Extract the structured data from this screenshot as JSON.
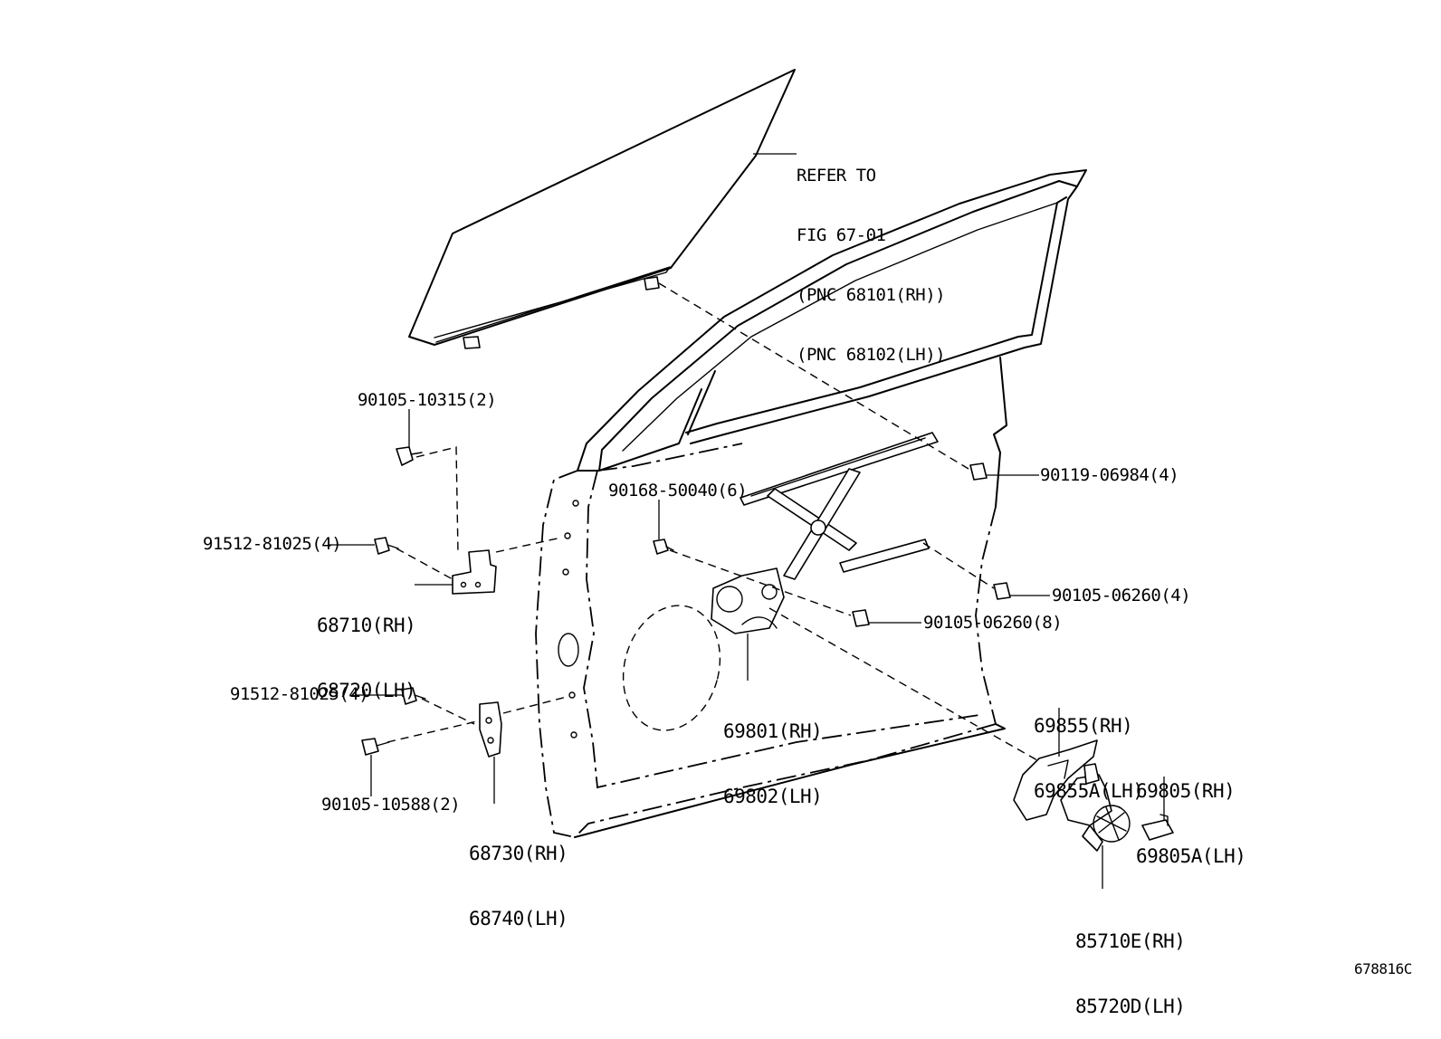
{
  "callouts": {
    "refer_to": [
      "REFER TO",
      "FIG 67-01",
      "(PNC 68101(RH))",
      "(PNC 68102(LH))"
    ],
    "p90105_10315": "90105-10315(2)",
    "p91512_81025_top": "91512-81025(4)",
    "p68710": [
      "68710(RH)",
      "68720(LH)"
    ],
    "p91512_81025_bottom": "91512-81025(4)",
    "p90105_10588": "90105-10588(2)",
    "p68730": [
      "68730(RH)",
      "68740(LH)"
    ],
    "p90168_50040": "90168-50040(6)",
    "p90119_06984": "90119-06984(4)",
    "p90105_06260_a": "90105-06260(4)",
    "p90105_06260_b": "90105-06260(8)",
    "p69801": [
      "69801(RH)",
      "69802(LH)"
    ],
    "p69855": [
      "69855(RH)",
      "69855A(LH)"
    ],
    "p69805": [
      "69805(RH)",
      "69805A(LH)"
    ],
    "p85710": [
      "85710E(RH)",
      "85720D(LH)"
    ]
  },
  "figure_id": "678816C"
}
